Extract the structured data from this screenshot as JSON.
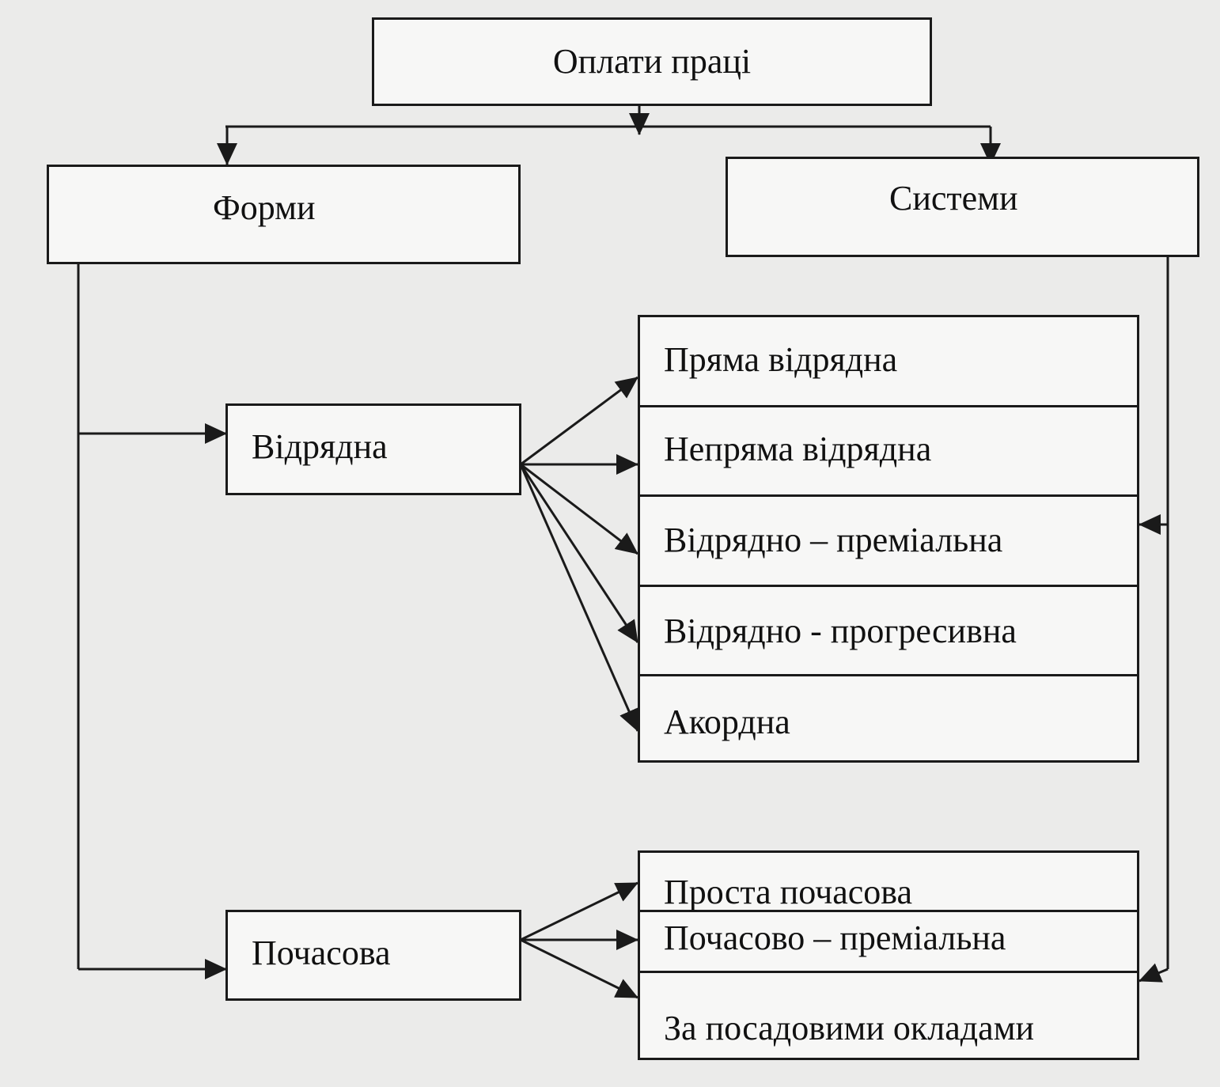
{
  "title": "Оплати праці",
  "forms": {
    "heading": "Форми",
    "piecework": "Відрядна",
    "timebased": "Почасова"
  },
  "systems": {
    "heading": "Системи",
    "piecework_items": [
      "Пряма відрядна",
      "Непряма відрядна",
      "Відрядно – преміальна",
      "Відрядно - прогресивна",
      "Акордна"
    ],
    "time_items": [
      "Проста почасова",
      "Почасово – преміальна",
      "За посадовими окладами"
    ]
  },
  "colors": {
    "line": "#1a1a1a",
    "box_fill": "#f7f7f6",
    "background": "#ebebea"
  }
}
